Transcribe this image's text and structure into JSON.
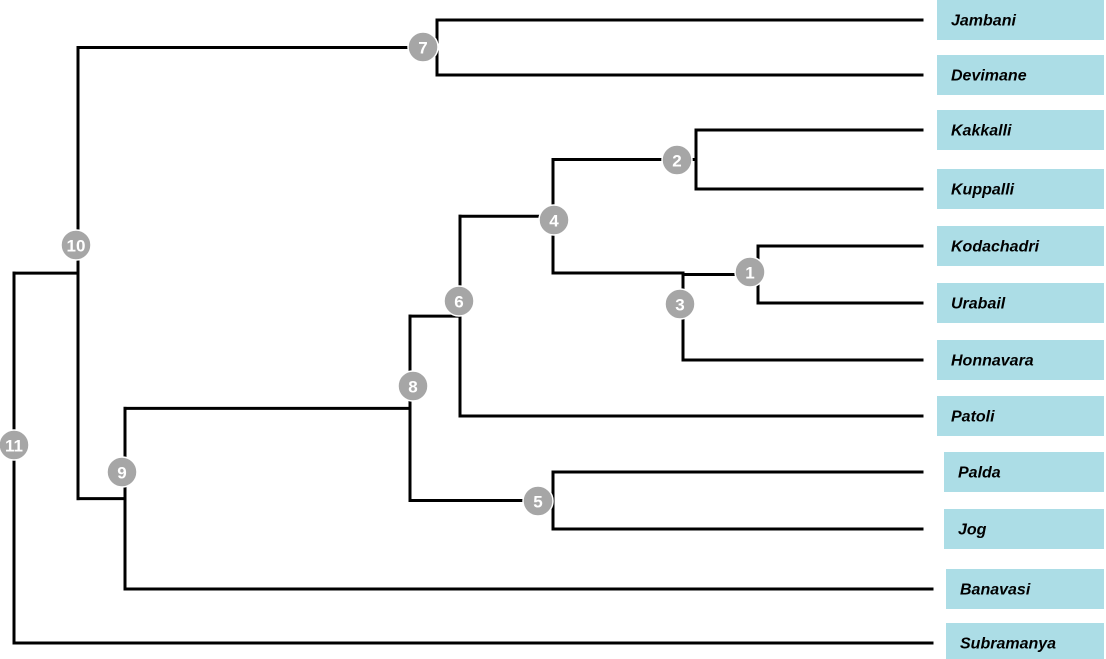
{
  "tree": {
    "leaves": [
      "Jambani",
      "Devimane",
      "Kakkalli",
      "Kuppalli",
      "Kodachadri",
      "Urabail",
      "Honnavara",
      "Patoli",
      "Palda",
      "Jog",
      "Banavasi",
      "Subramanya"
    ],
    "nodes": [
      {
        "id": "1",
        "children": [
          "Kodachadri",
          "Urabail"
        ]
      },
      {
        "id": "2",
        "children": [
          "Kakkalli",
          "Kuppalli"
        ]
      },
      {
        "id": "3",
        "children": [
          "1",
          "Honnavara"
        ]
      },
      {
        "id": "4",
        "children": [
          "2",
          "3"
        ]
      },
      {
        "id": "5",
        "children": [
          "Palda",
          "Jog"
        ]
      },
      {
        "id": "6",
        "children": [
          "4",
          "Patoli"
        ]
      },
      {
        "id": "7",
        "children": [
          "Jambani",
          "Devimane"
        ]
      },
      {
        "id": "8",
        "children": [
          "6",
          "5"
        ]
      },
      {
        "id": "9",
        "children": [
          "8",
          "Banavasi"
        ]
      },
      {
        "id": "10",
        "children": [
          "7",
          "9"
        ]
      },
      {
        "id": "11",
        "children": [
          "10",
          "Subramanya"
        ]
      }
    ],
    "colors": {
      "line": "#000000",
      "node_fill": "#a6a6a6",
      "node_text": "#ffffff",
      "leaf_box": "#acdde6",
      "leaf_text": "#000000"
    }
  }
}
